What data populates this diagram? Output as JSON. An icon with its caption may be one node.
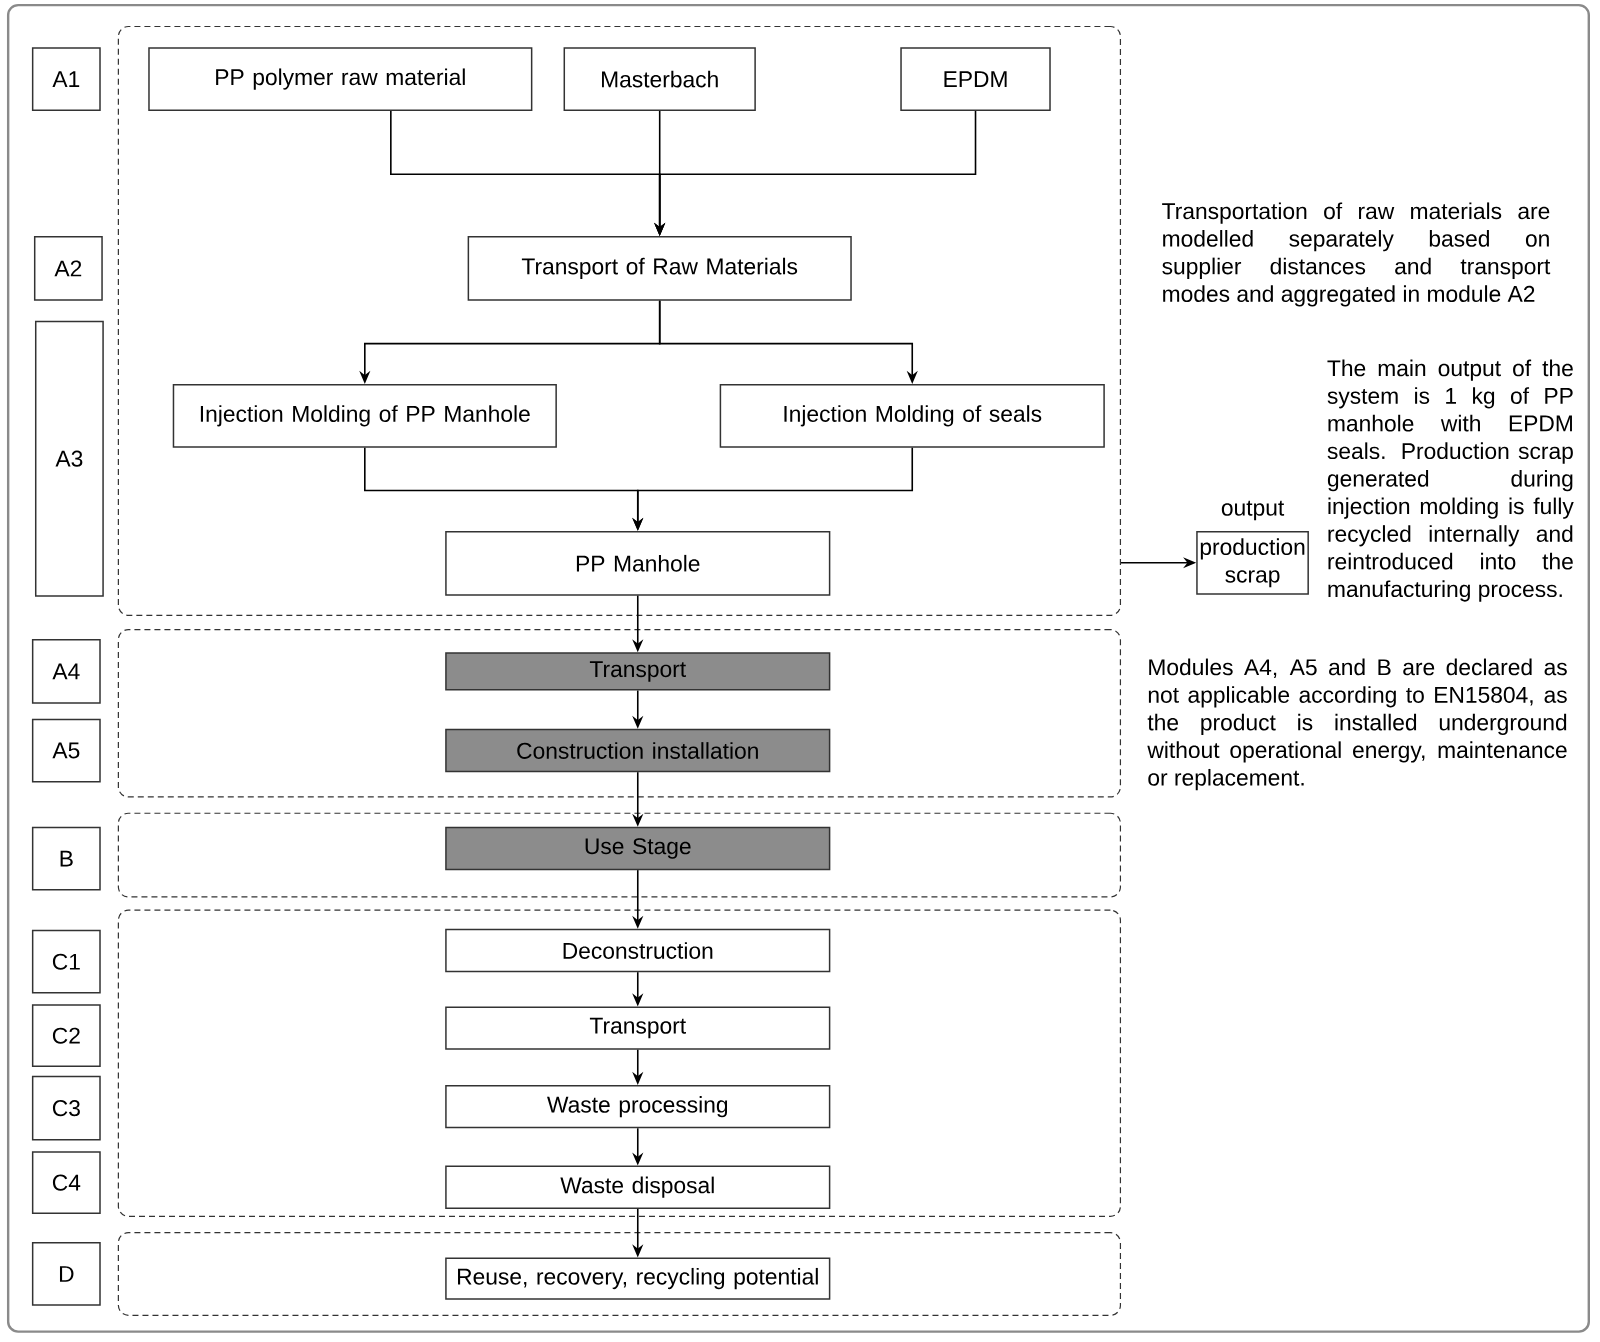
{
  "diagram": {
    "nodes": [
      {
        "text": [
          "A1"
        ]
      },
      {
        "text": [
          "A2"
        ]
      },
      {
        "text": [
          "A3"
        ]
      },
      {
        "text": [
          "A4"
        ]
      },
      {
        "text": [
          "A5"
        ]
      },
      {
        "text": [
          "B"
        ]
      },
      {
        "text": [
          "C1"
        ]
      },
      {
        "text": [
          "C2"
        ]
      },
      {
        "text": [
          "C3"
        ]
      },
      {
        "text": [
          "C4"
        ]
      },
      {
        "text": [
          "D"
        ]
      },
      {
        "text": [],
        "shape": "box"
      },
      {
        "text": [
          "PP polymer raw material"
        ],
        "in": 11
      },
      {
        "text": [
          "Masterbach"
        ],
        "in": 11
      },
      {
        "text": [
          "EPDM"
        ],
        "in": 11
      },
      {
        "text": [
          "Transport of Raw Materials"
        ],
        "in": 11
      },
      {
        "text": [
          "Injection Molding of PP Manhole"
        ],
        "in": 11
      },
      {
        "text": [
          "Injection Molding of seals"
        ],
        "in": 11
      },
      {
        "text": [
          "PP Manhole"
        ],
        "in": 11
      },
      {
        "text": [],
        "shape": "box"
      },
      {
        "text": [
          "Transport"
        ],
        "in": 19
      },
      {
        "text": [
          "Construction installation"
        ],
        "in": 19
      },
      {
        "text": [],
        "shape": "box"
      },
      {
        "text": [
          "Use Stage"
        ],
        "in": 22
      },
      {
        "text": [],
        "shape": "box"
      },
      {
        "text": [
          "Deconstruction"
        ],
        "in": 24
      },
      {
        "text": [
          "Transport"
        ],
        "in": 24
      },
      {
        "text": [
          "Waste processing"
        ],
        "in": 24
      },
      {
        "text": [
          "Waste disposal"
        ],
        "in": 24
      },
      {
        "text": [],
        "shape": "box"
      },
      {
        "text": [
          "Reuse, recovery, recycling potential"
        ],
        "in": 29
      },
      {
        "text": [
          "production scrap"
        ],
        "beside": [
          "output"
        ]
      }
    ],
    "edges": [
      {
        "from": 12,
        "to": 15,
        "arrow": "to"
      },
      {
        "from": 13,
        "to": 15,
        "arrow": "to"
      },
      {
        "from": 14,
        "to": 15,
        "arrow": "to"
      },
      {
        "from": 15,
        "to": 16,
        "arrow": "to"
      },
      {
        "from": 15,
        "to": 17,
        "arrow": "to"
      },
      {
        "from": 16,
        "to": 18,
        "arrow": "to"
      },
      {
        "from": 17,
        "to": 18,
        "arrow": "to"
      },
      {
        "from": 18,
        "to": 20,
        "arrow": "to"
      },
      {
        "from": 20,
        "to": 21,
        "arrow": "to"
      },
      {
        "from": 21,
        "to": 23,
        "arrow": "to"
      },
      {
        "from": 23,
        "to": 25,
        "arrow": "to"
      },
      {
        "from": 25,
        "to": 26,
        "arrow": "to"
      },
      {
        "from": 26,
        "to": 27,
        "arrow": "to"
      },
      {
        "from": 27,
        "to": 28,
        "arrow": "to"
      },
      {
        "from": 28,
        "to": 30,
        "arrow": "to"
      },
      {
        "from": 11,
        "to": 31,
        "arrow": "to"
      }
    ],
    "labels": [
      "Transportation of raw materials are modelled separately based on supplier distances and transport modes and aggregated in module A2",
      "The main output of the system is 1 kg of PP manhole with EPDM seals. Production scrap generated during injection molding is fully recycled internally and reintroduced into the manufacturing process.",
      "Modules A4, A5 and B are declared as not applicable according to EN15804, as the product is installed underground without operational energy, maintenance or replacement."
    ]
  }
}
